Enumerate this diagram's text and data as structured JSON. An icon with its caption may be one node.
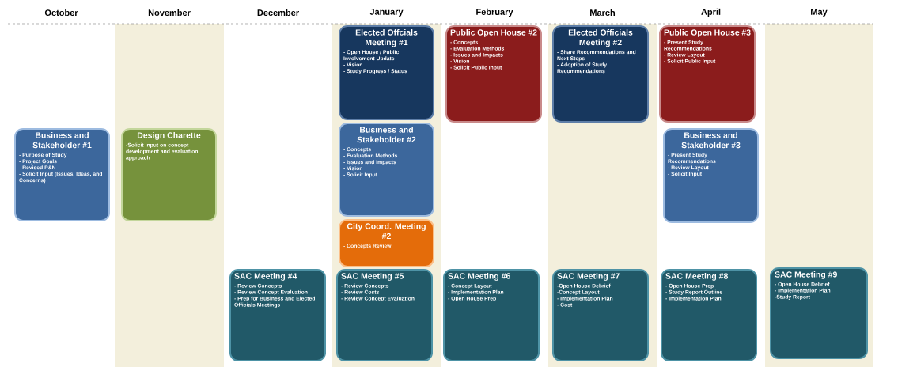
{
  "diagram": {
    "nodes": [
      {
        "text": [
          "Business and Stakeholder #1",
          "- Purpose of Study",
          "- Project Goals",
          "- Revised P&N",
          "- Solicit Input (Issues, Ideas, and Concerns)"
        ]
      },
      {
        "text": [
          "Design Charette",
          "-Solicit input on concept development and evaluation approach"
        ]
      },
      {
        "text": [
          "Elected Offcials Meeting #1",
          "- Open House / Public Involvement Update",
          "- Vision",
          "- Study Progress / Status"
        ]
      },
      {
        "text": [
          "Business and Stakeholder #2",
          "- Concepts",
          "- Evaluation Methods",
          "- Issues and Impacts",
          "- Vision",
          "- Solicit Input"
        ]
      },
      {
        "text": [
          "City Coord. Meeting #2",
          "- Concepts Review"
        ]
      },
      {
        "text": [
          "Public Open House #2",
          "- Concepts",
          "- Evaluation Methods",
          "- Issues and Impacts",
          "- Vision",
          "- Solicit Public Input"
        ]
      },
      {
        "text": [
          "Elected Officials Meeting #2",
          "- Share Recommendations and Next Steps",
          "- Adoption of Study Recommendations"
        ]
      },
      {
        "text": [
          "Public Open House #3",
          "- Present Study Recommendations",
          "- Review Layout",
          "- Solicit Public Input"
        ]
      },
      {
        "text": [
          "Business and Stakeholder #3",
          "- Present Study Recommendations",
          "- Review Layout",
          "- Solicit Input"
        ]
      },
      {
        "text": [
          "SAC Meeting #4",
          "- Review Concepts",
          "- Review Concept Evaluation",
          "- Prep for Business and Elected Officials Meetings"
        ]
      },
      {
        "text": [
          "SAC Meeting #5",
          "- Review Concepts",
          "- Review Costs",
          "- Review Concept Evaluation"
        ]
      },
      {
        "text": [
          "SAC Meeting #6",
          "- Concept Layout",
          "- Implementation Plan",
          "- Open House Prep"
        ]
      },
      {
        "text": [
          "SAC Meeting #7",
          "-Open House Debrief",
          "-Concept Layout",
          "- Implementation Plan",
          "- Cost"
        ]
      },
      {
        "text": [
          "SAC Meeting #8",
          "- Open House Prep",
          "- Study Report Outline",
          "- Implementation Plan"
        ]
      },
      {
        "text": [
          "SAC Meeting #9",
          "- Open House Debrief",
          "- Implementation Plan",
          "-Study Report"
        ]
      }
    ],
    "labels": [
      "October",
      "November",
      "December",
      "January",
      "February",
      "March",
      "April",
      "May"
    ]
  }
}
